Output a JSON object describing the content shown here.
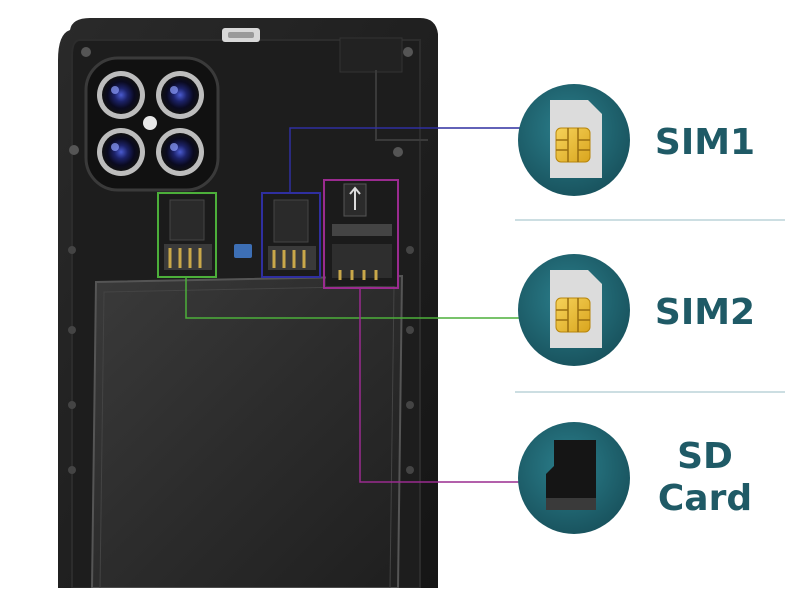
{
  "labels": {
    "sim1": "SIM1",
    "sim2": "SIM2",
    "sd_line1": "SD",
    "sd_line2": "Card"
  },
  "colors": {
    "teal_circle": "#1f6673",
    "label_text": "#1f5a66",
    "sim1_marker": "#2f2fa0",
    "sim2_marker": "#4caf3a",
    "sd_marker": "#9a2b8f",
    "divider": "#bcd3d8",
    "phone_body": "#1a1a1a"
  },
  "icons": {
    "sim1": "sim-card-icon",
    "sim2": "sim-card-icon",
    "sd": "sd-card-icon"
  }
}
